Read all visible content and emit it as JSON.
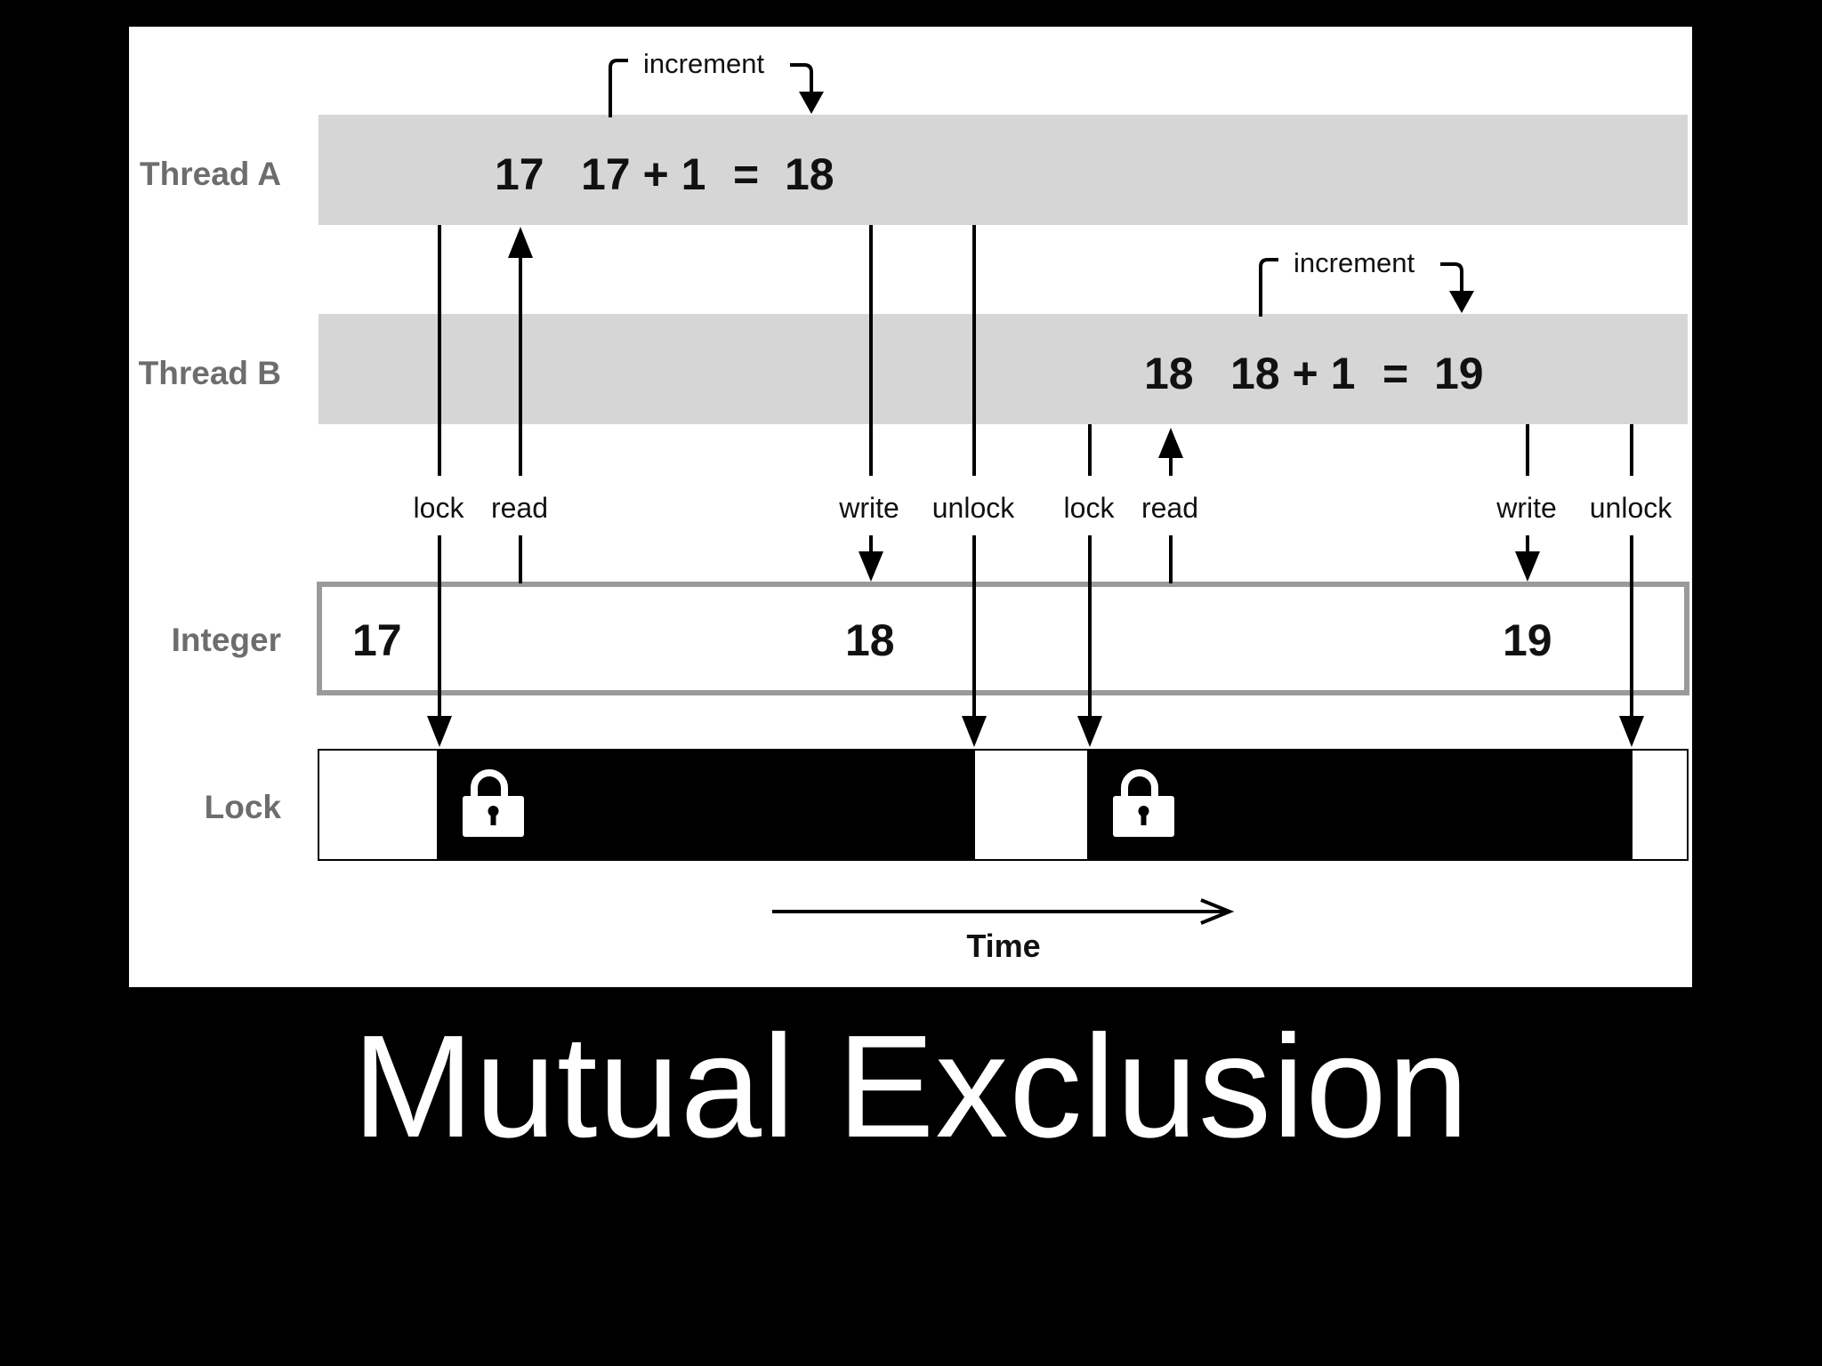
{
  "title": "Mutual Exclusion",
  "rows": {
    "thread_a": "Thread A",
    "thread_b": "Thread B",
    "integer": "Integer",
    "lock": "Lock"
  },
  "thread_a": {
    "increment_label": "increment",
    "read_value": "17",
    "operation": "17 + 1",
    "equals": "=",
    "result": "18"
  },
  "thread_b": {
    "increment_label": "increment",
    "read_value": "18",
    "operation": "18 + 1",
    "equals": "=",
    "result": "19"
  },
  "integer_values": [
    "17",
    "18",
    "19"
  ],
  "operations": [
    "lock",
    "read",
    "write",
    "unlock",
    "lock",
    "read",
    "write",
    "unlock"
  ],
  "lock_icons": [
    "lock-icon",
    "lock-icon"
  ],
  "time_label": "Time",
  "colors": {
    "background": "#000000",
    "panel": "#ffffff",
    "thread_band": "#d6d6d6",
    "integer_border": "#9a9a9a",
    "lock_held": "#000000",
    "label_gray": "#6d6d6d",
    "title": "#ffffff"
  }
}
